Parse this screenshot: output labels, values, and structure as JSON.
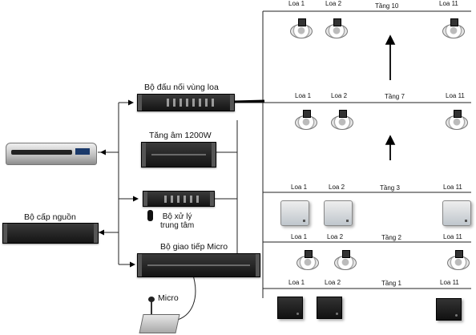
{
  "colors": {
    "wire": "#222222",
    "arrow": "#000000"
  },
  "devices": {
    "zone_connector": "Bộ đấu nối vùng loa",
    "amplifier": "Tăng âm 1200W",
    "processor": "Bộ xử lý\ntrung tâm",
    "mic_interface": "Bộ giao tiếp Micro",
    "power_supply": "Bộ cấp nguồn",
    "micro": "Micro"
  },
  "floors": [
    {
      "name": "Tầng 10",
      "speakers": [
        "Loa 1",
        "Loa 2",
        "Loa 11"
      ],
      "speaker_type": "ceiling"
    },
    {
      "name": "Tầng 7",
      "speakers": [
        "Loa 1",
        "Loa 2",
        "Loa 11"
      ],
      "speaker_type": "ceiling"
    },
    {
      "name": "Tầng 3",
      "speakers": [
        "Loa 1",
        "Loa 2",
        "Loa 11"
      ],
      "speaker_type": "wall"
    },
    {
      "name": "Tầng 2",
      "speakers": [
        "Loa 1",
        "Loa 2",
        "Loa 11"
      ],
      "speaker_type": "ceiling"
    },
    {
      "name": "Tầng 1",
      "speakers": [
        "Loa 1",
        "Loa 2",
        "Loa 11"
      ],
      "speaker_type": "box"
    }
  ]
}
